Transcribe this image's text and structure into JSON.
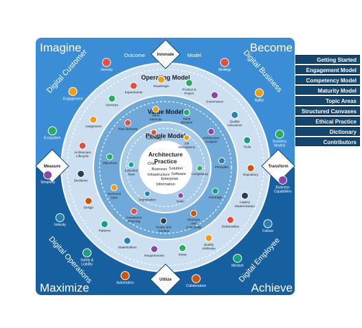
{
  "corners": {
    "imagine": "Imagine",
    "become": "Become",
    "maximize": "Maximize",
    "achieve": "Achieve"
  },
  "quadrants": {
    "top_left": "Digital Customer",
    "top_right": "Digital Business",
    "bottom_left": "Digital Operations",
    "bottom_right": "Digital Employee"
  },
  "top_labels": {
    "outcome": "Outcome",
    "model": "Model"
  },
  "diamonds": {
    "top": "Innovate",
    "left": "Measure",
    "right": "Transform",
    "bottom": "Utilize"
  },
  "rings": {
    "operating": "Operating Model",
    "value": "Value Model",
    "people": "People Model",
    "center_line1": "Architecture",
    "center_line2": "Practice"
  },
  "center_words": [
    "Chief",
    "Business",
    "Solution",
    "Infrastructure",
    "Software",
    "Enterprise",
    "Information"
  ],
  "outer_items": [
    "Journey",
    "Engagement",
    "Ecosystem",
    "Simplicity",
    "Velocity",
    "Safety & Liability",
    "Automation",
    "Strategy",
    "Agility",
    "Business Models",
    "Business Capabilities",
    "Culture",
    "Mindset",
    "Collaboration"
  ],
  "operating_items": [
    "Experiments",
    "Roadmaps",
    "Product & Project",
    "Governance",
    "Quality Assurance",
    "Tools",
    "Repository",
    "Legacy Modernization",
    "Deliverables",
    "Quality Attributes",
    "Views",
    "Requirements",
    "Stakeholders",
    "Patterns",
    "Design",
    "Decisions",
    "Architecture Lifecycle",
    "Assignment",
    "Services"
  ],
  "value_items": [
    "Risk Methods",
    "Value Methods",
    "Value Streams",
    "Architecture Analysis",
    "Principles",
    "Coverage",
    "Structure and Complexity",
    "Scope and Context",
    "Investment Planning",
    "Technical Debt",
    "Objectives"
  ],
  "people_items": [
    "Community",
    "Job Descriptions",
    "Competency",
    "Roles",
    "Organization",
    "Extended Team"
  ],
  "nav_items": [
    "Getting Started",
    "Engagement Model",
    "Competency Model",
    "Maturity Model",
    "Topic Areas",
    "Structured Canvases",
    "Ethical Practice",
    "Dictionary",
    "Contributors"
  ],
  "colors": {
    "top_panel": "#3b8ed6",
    "bottom_panel": "#17609f",
    "ring_operating": "#cde0f1",
    "ring_value": "#6fa9d9",
    "ring_people": "#a8cbea",
    "center": "#ffffff",
    "nav": "#13466f"
  },
  "icons": {
    "outer": [
      "map-pin-icon",
      "chat-icon",
      "globe-icon",
      "gears-icon",
      "gauge-icon",
      "skull-icon",
      "robot-icon",
      "chart-board-icon",
      "loop-icon",
      "cubes-icon",
      "lightbulb-icon",
      "people-icon",
      "lightning-icon",
      "team-icon"
    ],
    "operating": [
      "telescope-icon",
      "map-icon",
      "boxes-icon",
      "eye-icon",
      "badge-icon",
      "wrench-icon",
      "database-icon",
      "warning-icon",
      "document-icon",
      "checklist-icon",
      "cube-icon",
      "checklist-icon",
      "people-icon",
      "grid-icon",
      "network-icon",
      "arrows-icon",
      "circle-arrows-icon",
      "list-icon",
      "laptop-icon"
    ],
    "value": [
      "cogs-icon",
      "bar-chart-icon",
      "coins-icon",
      "pie-icon",
      "book-icon",
      "shield-icon",
      "gears-icon",
      "target-icon",
      "lock-icon",
      "tools-icon",
      "target-icon"
    ],
    "people": [
      "share-icon",
      "person-icon",
      "person-icon",
      "org-chart-icon",
      "puzzle-icon",
      "star-icon"
    ]
  }
}
